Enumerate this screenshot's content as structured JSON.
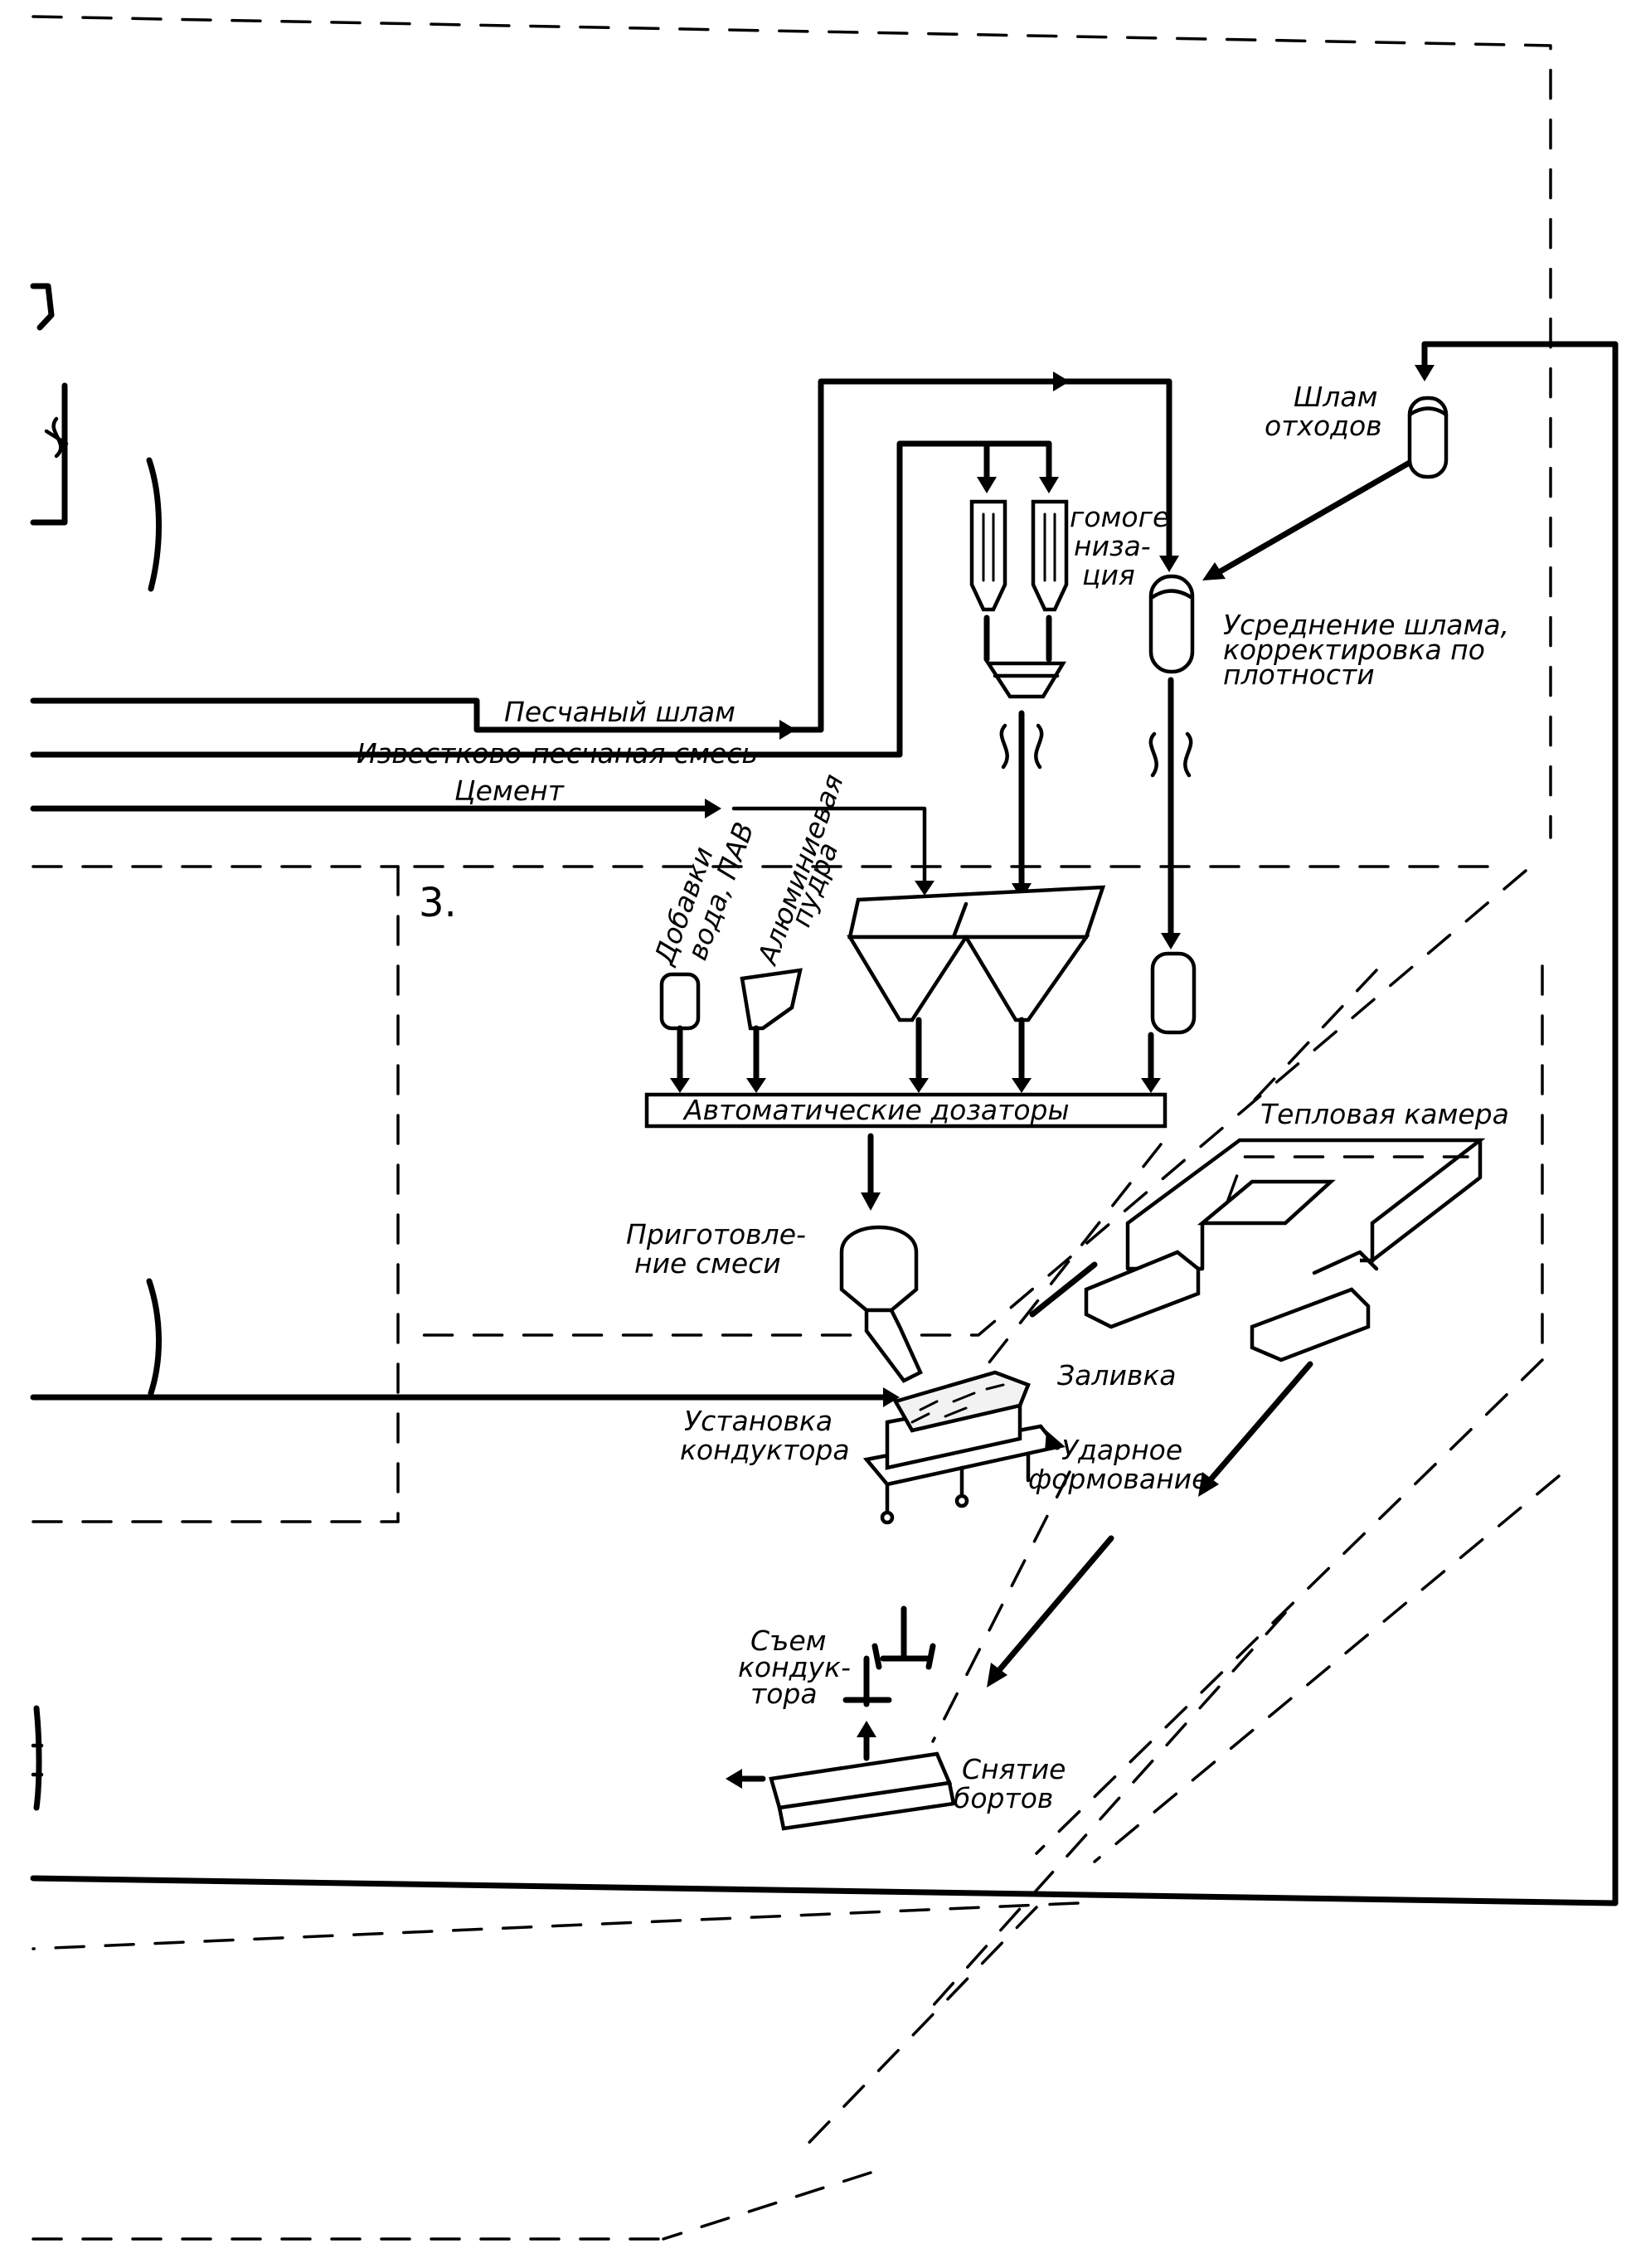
{
  "diagram": {
    "section_number": "3.",
    "streams": {
      "sand_slurry": "Песчаный шлам",
      "lime_sand_mix": "Известково-песчаная смесь",
      "cement": "Цемент"
    },
    "nodes": {
      "waste_slurry": [
        "Шлам",
        "отходов"
      ],
      "homogenization": [
        "гомоге",
        "низа-",
        "ция"
      ],
      "slurry_averaging": [
        "Усреднение шлама,",
        "корректировка по",
        "плотности"
      ],
      "additives": [
        "Добавки",
        "вода, ПАВ"
      ],
      "aluminum_powder": [
        "Алюминиевая",
        "пудра"
      ],
      "auto_dosers": "Автоматические дозаторы",
      "mix_preparation": [
        "Приготовле-",
        "ние смеси"
      ],
      "heat_chamber": "Тепловая камера",
      "pouring": "Заливка",
      "jig_installation": [
        "Установка",
        "кондуктора"
      ],
      "impact_forming": [
        "Ударное",
        "формование"
      ],
      "jig_removal": [
        "Съем",
        "кондук-",
        "тора"
      ],
      "side_removal": [
        "Снятие",
        "бортов"
      ]
    }
  }
}
